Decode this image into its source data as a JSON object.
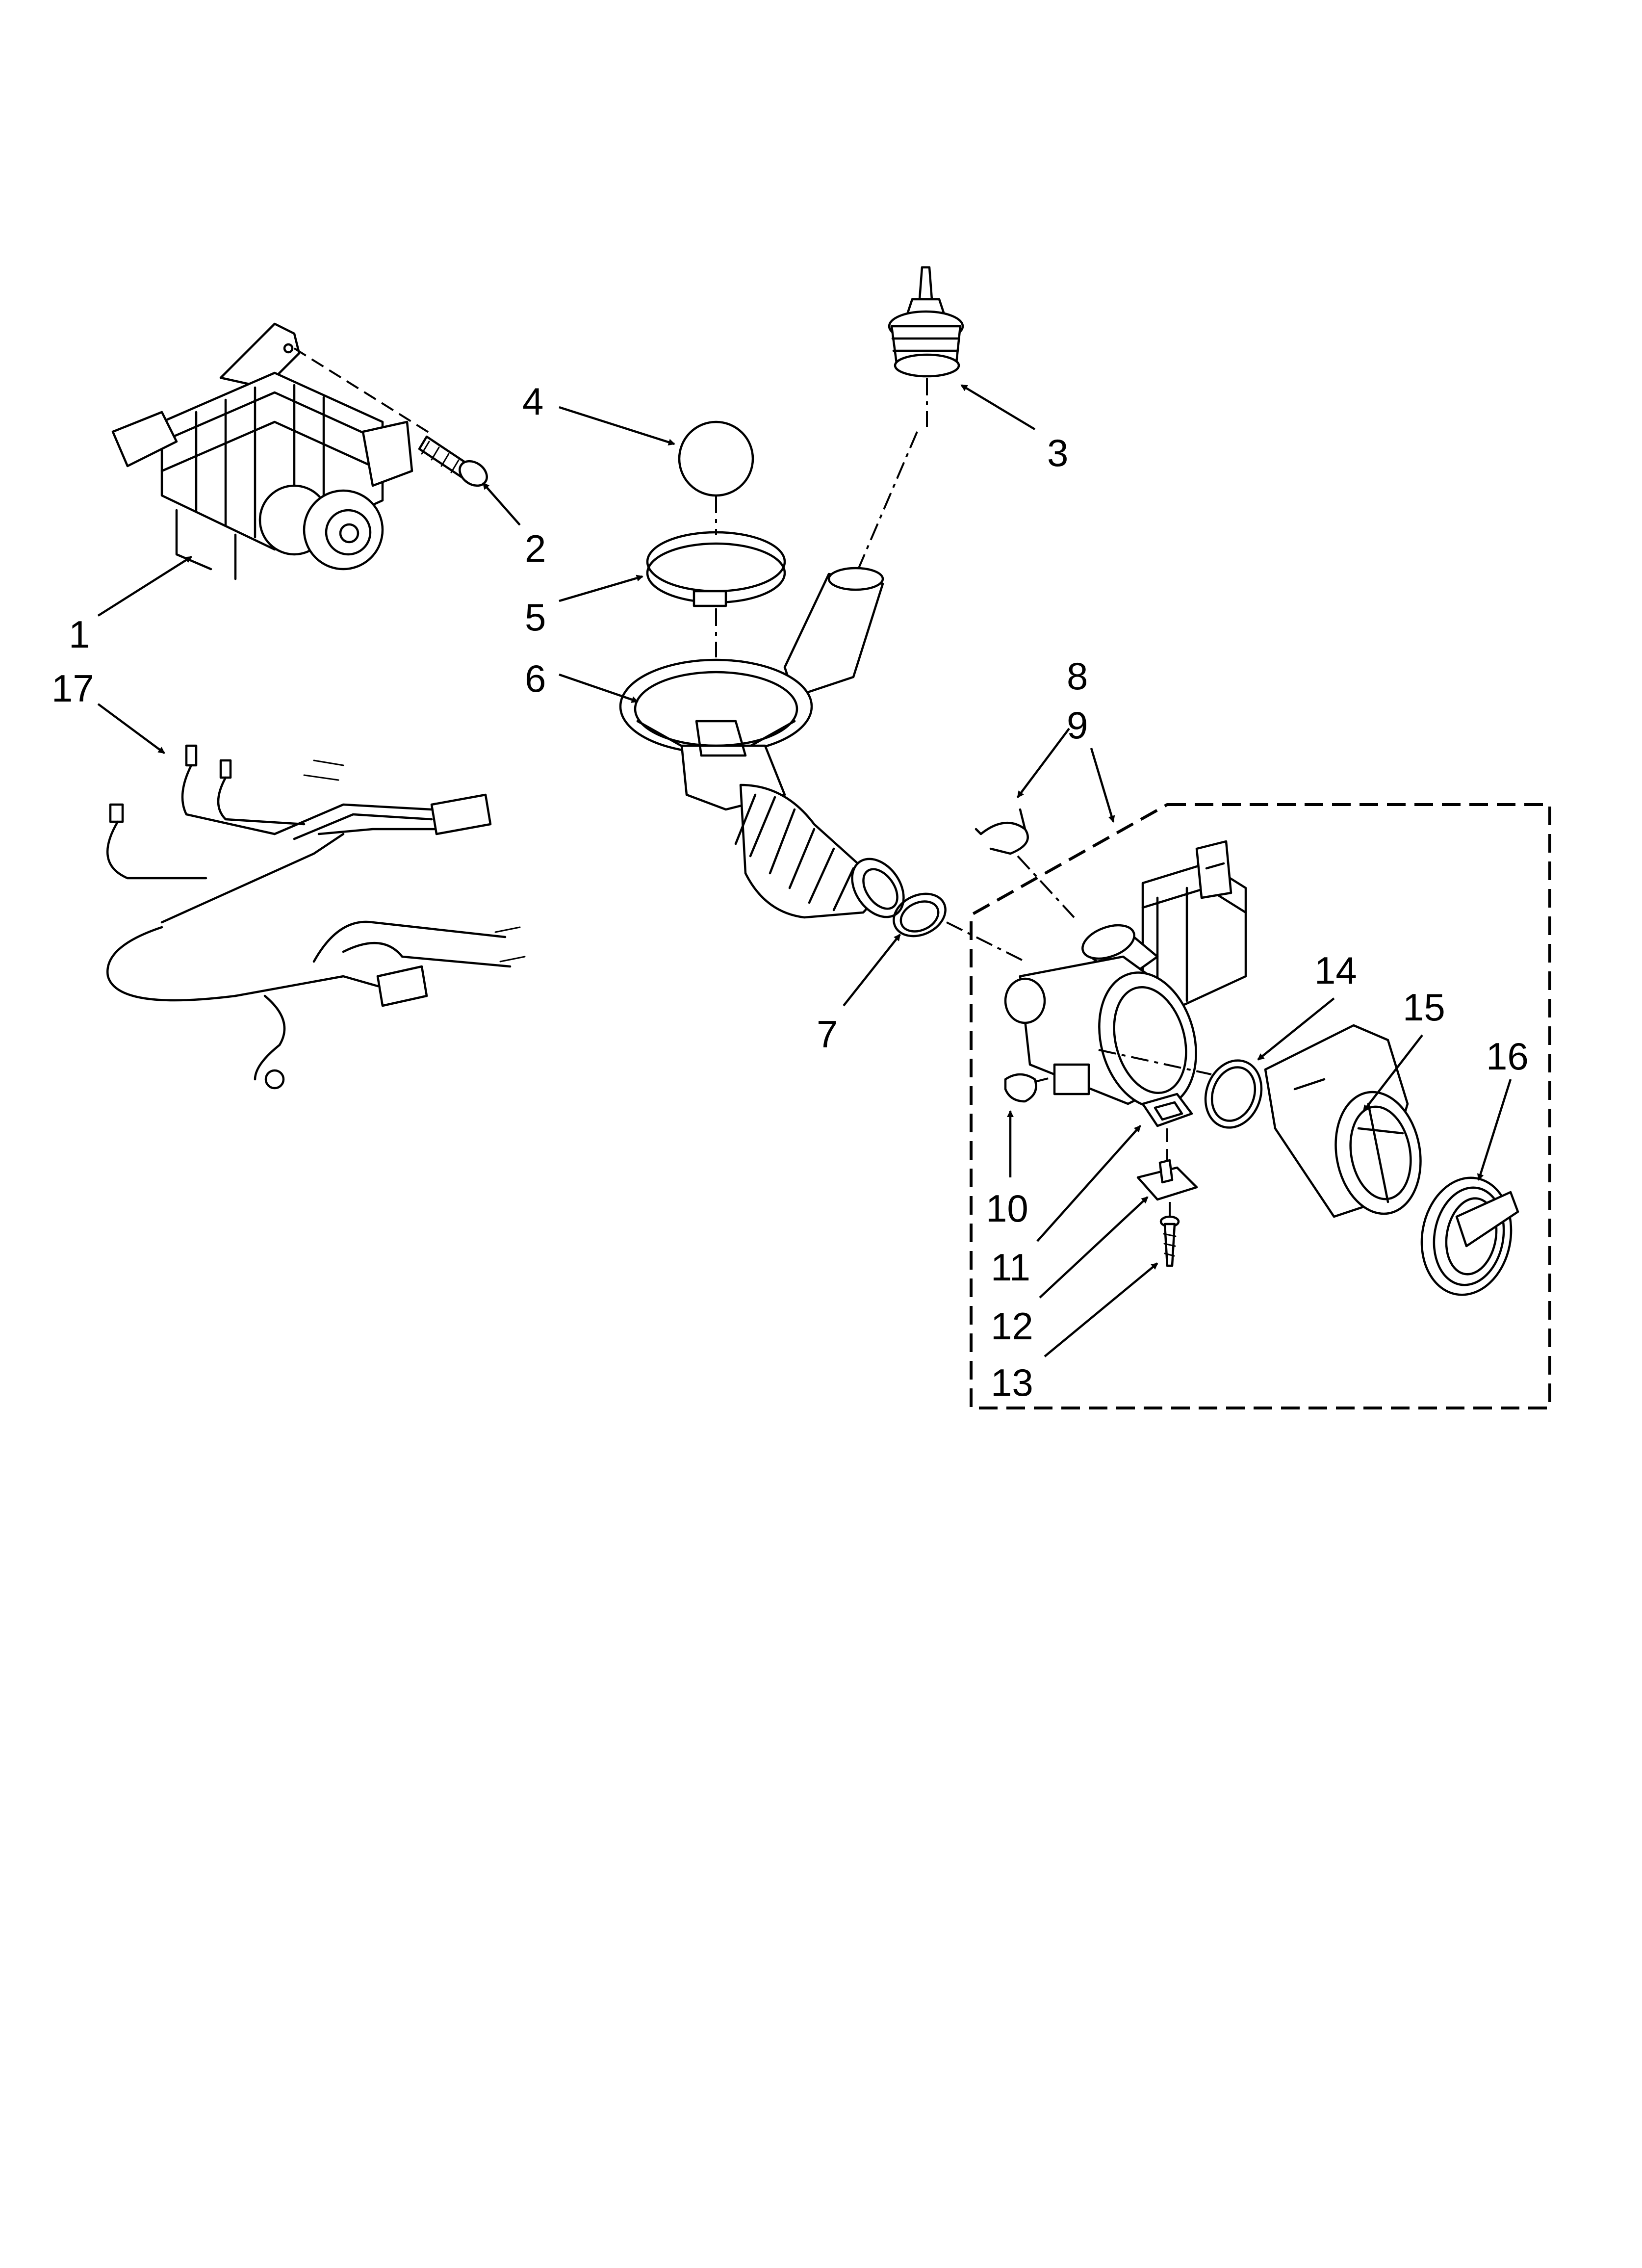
{
  "callouts": [
    "1",
    "2",
    "3",
    "4",
    "5",
    "6",
    "7",
    "8",
    "9",
    "10",
    "11",
    "12",
    "13",
    "14",
    "15",
    "16",
    "17"
  ],
  "parts": {
    "motor": "motor-icon",
    "screw_motor": "screw-icon",
    "pressure_fitting": "pressure-fitting-icon",
    "ball": "ball-icon",
    "clamp": "hose-clamp-icon",
    "sump_hose": "sump-hose-icon",
    "ring_clip": "ring-clip-icon",
    "clip": "clip-icon",
    "pump_assembly": "drain-pump-icon",
    "small_clip": "small-clip-icon",
    "gasket": "square-gasket-icon",
    "bracket": "bracket-icon",
    "screw_pump": "screw-icon",
    "o_ring": "o-ring-icon",
    "filter_housing": "filter-housing-icon",
    "filter_cap": "filter-cap-icon",
    "wire_harness": "wire-harness-icon"
  },
  "colors": {
    "ink": "#000000",
    "background": "#ffffff"
  }
}
